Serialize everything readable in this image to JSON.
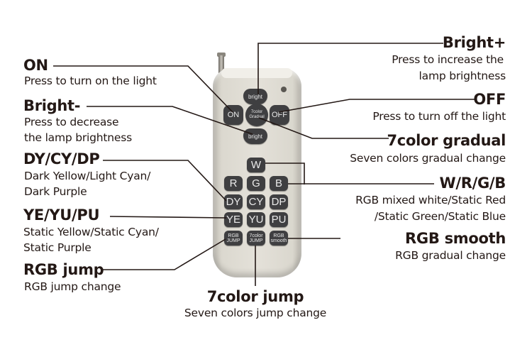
{
  "remote": {
    "buttons": {
      "bright_up": "bright",
      "on": "ON",
      "color_gradual": "7color Gradual",
      "off": "OFF",
      "bright_down": "bright",
      "w": "W",
      "r": "R",
      "g": "G",
      "b": "B",
      "dy": "DY",
      "cy": "CY",
      "dp": "DP",
      "ye": "YE",
      "yu": "YU",
      "pu": "PU",
      "rgb_jump": "RGB JUMP",
      "color_jump": "7color JUMP",
      "rgb_smooth": "RGB smooth"
    }
  },
  "callouts": {
    "on": {
      "title": "ON",
      "desc": [
        "Press to turn on the light"
      ]
    },
    "bright_minus": {
      "title": "Bright-",
      "desc": [
        "Press to decrease",
        "the lamp brightness"
      ]
    },
    "dy_cy_dp": {
      "title": "DY/CY/DP",
      "desc": [
        "Dark Yellow/Light Cyan/",
        "Dark Purple"
      ]
    },
    "ye_yu_pu": {
      "title": "YE/YU/PU",
      "desc": [
        "Static Yellow/Static Cyan/",
        "Static Purple"
      ]
    },
    "rgb_jump": {
      "title": "RGB jump",
      "desc": [
        "RGB jump change"
      ]
    },
    "bright_plus": {
      "title": "Bright+",
      "desc": [
        "Press to increase the",
        "lamp brightness"
      ]
    },
    "off": {
      "title": "OFF",
      "desc": [
        "Press to turn off the light"
      ]
    },
    "color_gradual": {
      "title": "7color gradual",
      "desc": [
        "Seven colors gradual change"
      ]
    },
    "wrgb": {
      "title": "W/R/G/B",
      "desc": [
        "RGB mixed white/Static Red",
        "/Static Green/Static Blue"
      ]
    },
    "rgb_smooth": {
      "title": "RGB smooth",
      "desc": [
        "RGB gradual change"
      ]
    },
    "color_jump": {
      "title": "7color jump",
      "desc": [
        "Seven colors jump change"
      ]
    }
  }
}
